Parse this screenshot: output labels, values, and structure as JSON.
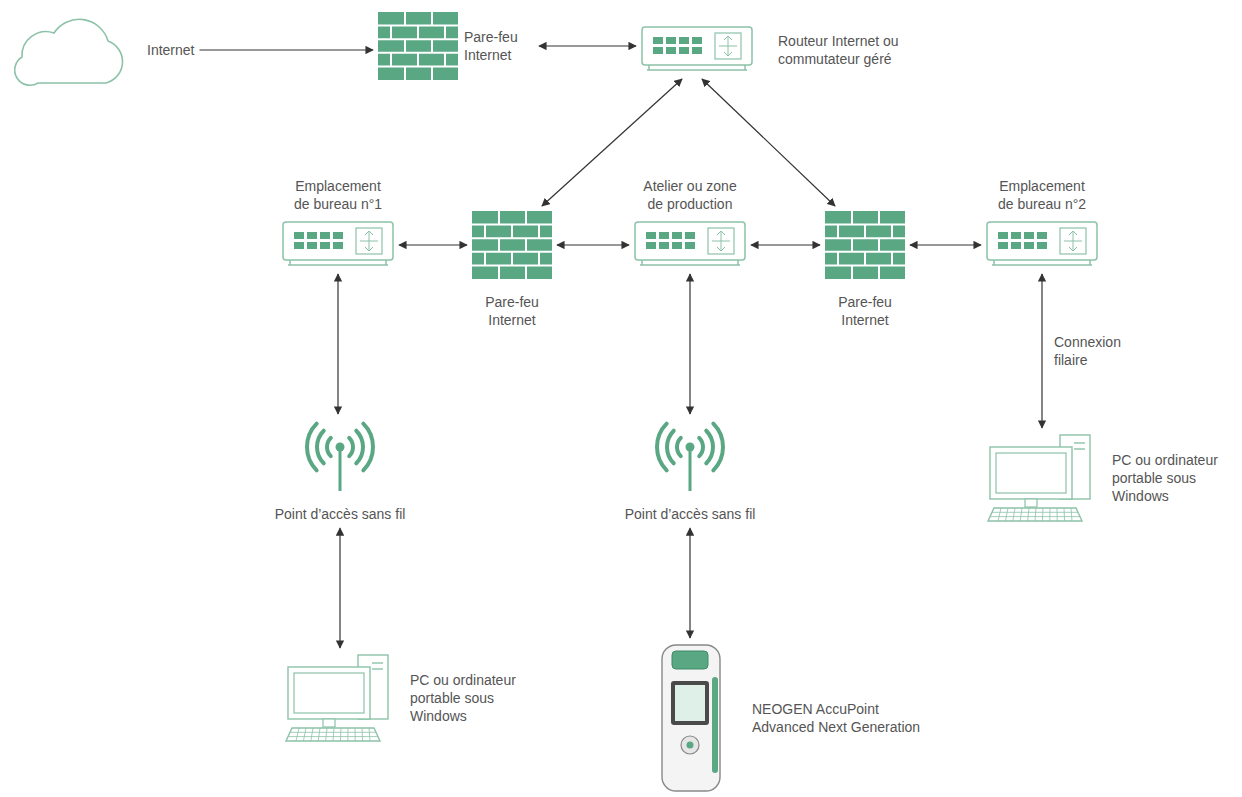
{
  "diagram": {
    "nodes": [
      {
        "text": [
          "Internet"
        ]
      },
      {
        "text": [
          "Pare-feu Internet"
        ]
      },
      {
        "text": [
          "Routeur Internet ou commutateur géré"
        ]
      },
      {
        "text": [
          "Emplacement de bureau n°1"
        ]
      },
      {
        "text": [
          "Pare-feu Internet"
        ]
      },
      {
        "text": [
          "Atelier ou zone de production"
        ]
      },
      {
        "text": [
          "Pare-feu Internet"
        ]
      },
      {
        "text": [
          "Emplacement de bureau n°2"
        ]
      },
      {
        "text": [
          "Point d’accès sans fil"
        ]
      },
      {
        "text": [
          "Point d’accès sans fil"
        ]
      },
      {
        "text": [
          "PC ou ordinateur portable sous Windows"
        ]
      },
      {
        "text": [
          "PC ou ordinateur portable sous Windows"
        ]
      },
      {
        "text": [
          "NEOGEN AccuPoint Advanced Next Generation"
        ]
      }
    ],
    "edges": [
      {
        "from": 0,
        "to": 1,
        "arrow": "to"
      },
      {
        "from": 1,
        "to": 2,
        "arrow": "both"
      },
      {
        "from": 2,
        "to": 4,
        "arrow": "both"
      },
      {
        "from": 2,
        "to": 6,
        "arrow": "both"
      },
      {
        "from": 3,
        "to": 4,
        "arrow": "both"
      },
      {
        "from": 4,
        "to": 5,
        "arrow": "both"
      },
      {
        "from": 5,
        "to": 6,
        "arrow": "both"
      },
      {
        "from": 6,
        "to": 7,
        "arrow": "both"
      },
      {
        "from": 3,
        "to": 8,
        "arrow": "both"
      },
      {
        "from": 5,
        "to": 9,
        "arrow": "both"
      },
      {
        "from": 7,
        "to": 10,
        "label": "Connexion filaire",
        "arrow": "both"
      },
      {
        "from": 8,
        "to": 11,
        "arrow": "both"
      },
      {
        "from": 9,
        "to": 12,
        "arrow": "both"
      }
    ]
  }
}
